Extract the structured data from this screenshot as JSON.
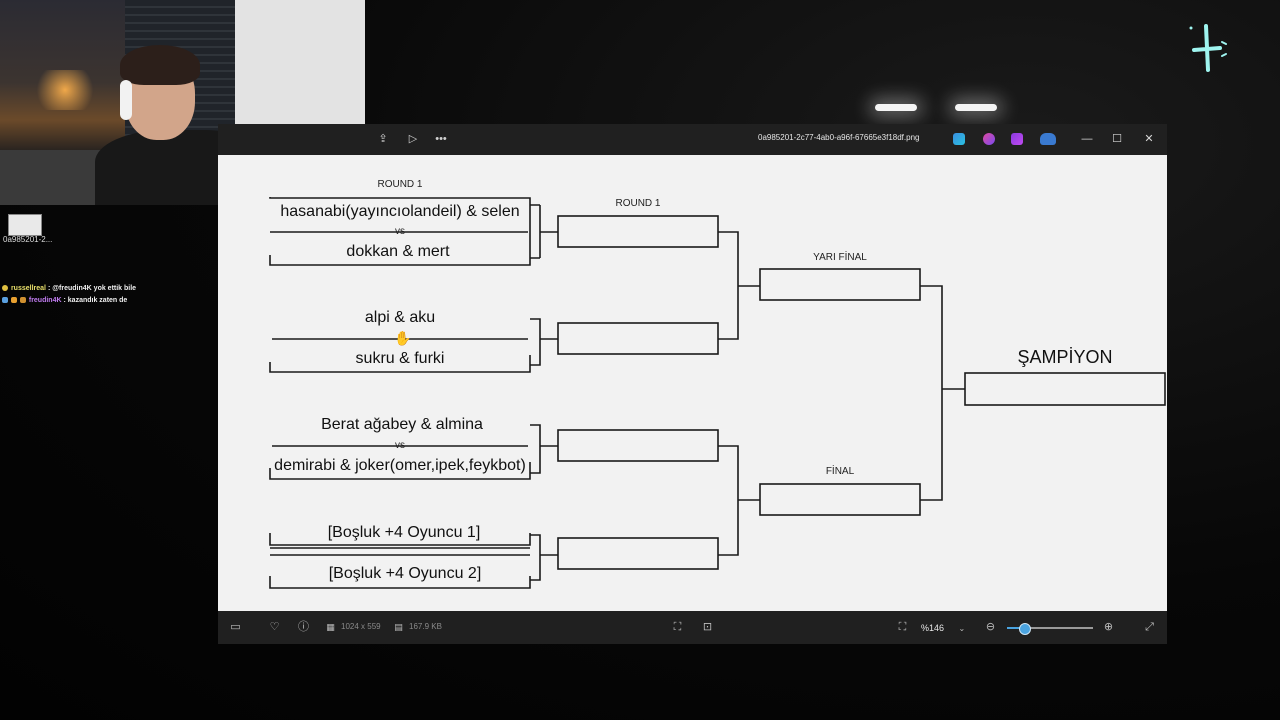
{
  "viewer": {
    "file_name": "0a985201-2c77-4ab0-a96f-67665e3f18df.png",
    "dimensions": "1024 x 559",
    "file_size": "167.9 KB",
    "zoom_level": "%146",
    "zoom_slider_fraction": 0.2
  },
  "desktop": {
    "file_label": "0a985201-2..."
  },
  "chat": [
    {
      "user": "russellreal",
      "sep": ":",
      "message": "@freudin4K yok ettik bile"
    },
    {
      "user": "freudin4K",
      "sep": ":",
      "message": "kazandık zaten de"
    }
  ],
  "bracket": {
    "round1_label": "ROUND 1",
    "round1b_label": "ROUND 1",
    "semifinal_label": "YARI FİNAL",
    "final_label": "FİNAL",
    "champion_label": "ŞAMPİYON",
    "matches": [
      {
        "team_a": "hasanabi(yayıncıolandeil) & selen",
        "vs": "vs",
        "team_b": "dokkan & mert"
      },
      {
        "team_a": "alpi & aku",
        "vs": "",
        "team_b": "sukru & furki"
      },
      {
        "team_a": "Berat ağabey & almina",
        "vs": "vs",
        "team_b": "demirabi & joker(omer,ipek,feykbot)"
      },
      {
        "team_a": "[Boşluk +4 Oyuncu 1]",
        "vs": "",
        "team_b": "[Boşluk +4 Oyuncu 2]"
      }
    ]
  },
  "colors": {
    "accent": "#4aa3df",
    "canvas_bg": "#f2f2f2",
    "window_bg": "#202020"
  }
}
